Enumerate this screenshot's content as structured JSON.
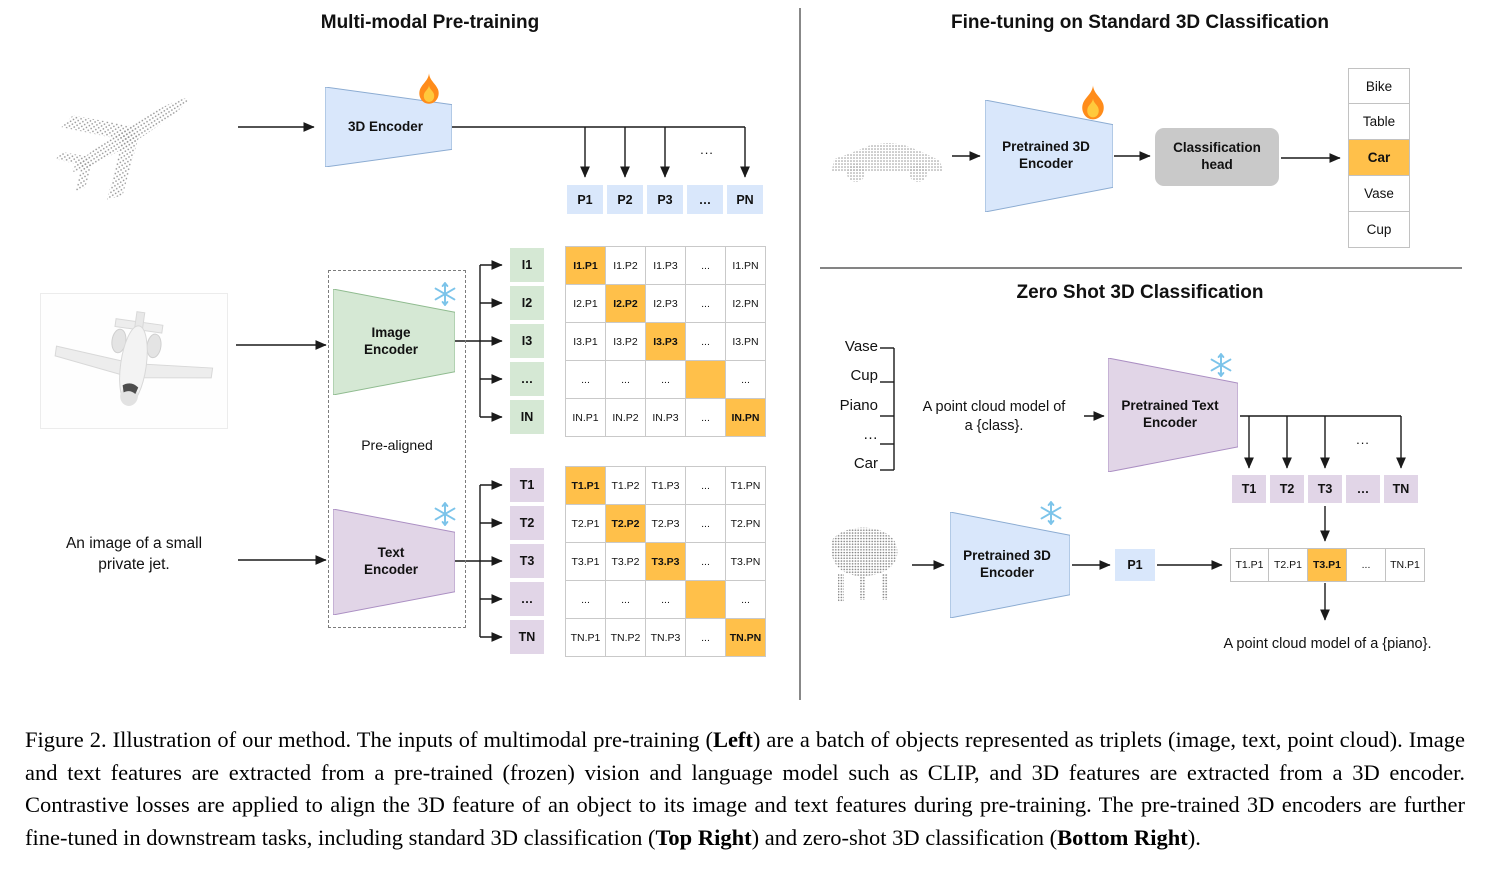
{
  "left": {
    "title": "Multi-modal Pre-training",
    "encoder_3d_label": "3D Encoder",
    "image_encoder_label": "Image\nEncoder",
    "text_encoder_label": "Text\nEncoder",
    "pre_aligned_label": "Pre-aligned",
    "jet_text": "An image of a small\nprivate jet.",
    "line_ellipsis": "...",
    "p_row": [
      "P1",
      "P2",
      "P3",
      "…",
      "PN"
    ],
    "i_labels": [
      "I1",
      "I2",
      "I3",
      "…",
      "IN"
    ],
    "t_labels": [
      "T1",
      "T2",
      "T3",
      "…",
      "TN"
    ],
    "i_matrix": [
      [
        "I1.P1",
        "I1.P2",
        "I1.P3",
        "...",
        "I1.PN"
      ],
      [
        "I2.P1",
        "I2.P2",
        "I2.P3",
        "...",
        "I2.PN"
      ],
      [
        "I3.P1",
        "I3.P2",
        "I3.P3",
        "...",
        "I3.PN"
      ],
      [
        "...",
        "...",
        "...",
        "",
        "..."
      ],
      [
        "IN.P1",
        "IN.P2",
        "IN.P3",
        "...",
        "IN.PN"
      ]
    ],
    "t_matrix": [
      [
        "T1.P1",
        "T1.P2",
        "T1.P3",
        "...",
        "T1.PN"
      ],
      [
        "T2.P1",
        "T2.P2",
        "T2.P3",
        "...",
        "T2.PN"
      ],
      [
        "T3.P1",
        "T3.P2",
        "T3.P3",
        "...",
        "T3.PN"
      ],
      [
        "...",
        "...",
        "...",
        "",
        "..."
      ],
      [
        "TN.P1",
        "TN.P2",
        "TN.P3",
        "...",
        "TN.PN"
      ]
    ]
  },
  "right_top": {
    "title": "Fine-tuning on Standard 3D Classification",
    "encoder_label": "Pretrained 3D\nEncoder",
    "head_label": "Classification\nhead",
    "classes": [
      {
        "label": "Bike"
      },
      {
        "label": "Table"
      },
      {
        "label": "Car",
        "highlight": true
      },
      {
        "label": "Vase"
      },
      {
        "label": "Cup"
      }
    ]
  },
  "right_bottom": {
    "title": "Zero Shot 3D Classification",
    "words": [
      "Vase",
      "Cup",
      "Piano",
      "…",
      "Car"
    ],
    "prompt_text": "A point cloud model of\na {class}.",
    "text_encoder_label": "Pretrained Text\nEncoder",
    "encoder_3d_label": "Pretrained 3D\nEncoder",
    "p1_label": "P1",
    "line_ellipsis": "...",
    "t_row": [
      "T1",
      "T2",
      "T3",
      "…",
      "TN"
    ],
    "result_row": [
      {
        "label": "T1.P1"
      },
      {
        "label": "T2.P1"
      },
      {
        "label": "T3.P1",
        "highlight": true
      },
      {
        "label": "..."
      },
      {
        "label": "TN.P1"
      }
    ],
    "result_text": "A point cloud model of a {piano}."
  },
  "caption": {
    "segments": [
      {
        "text": "Figure 2. Illustration of our method. The inputs of multimodal pre-training ("
      },
      {
        "text": "Left",
        "bold": true
      },
      {
        "text": ") are a batch of objects represented as triplets (image, text, point cloud). Image and text features are extracted from a pre-trained (frozen) vision and language model such as CLIP, and 3D features are extracted from a 3D encoder. Contrastive losses are applied to align the 3D feature of an object to its image and text features during pre-training. The pre-trained 3D encoders are further fine-tuned in downstream tasks, including standard 3D classification ("
      },
      {
        "text": "Top Right",
        "bold": true
      },
      {
        "text": ") and zero-shot 3D classification ("
      },
      {
        "text": "Bottom Right",
        "bold": true
      },
      {
        "text": ")."
      }
    ]
  },
  "colors": {
    "blue": "#d9e7fb",
    "green": "#d5e8d4",
    "purple": "#e1d5e7",
    "highlight": "#ffc04a",
    "head-gray": "#c9c9c9"
  }
}
